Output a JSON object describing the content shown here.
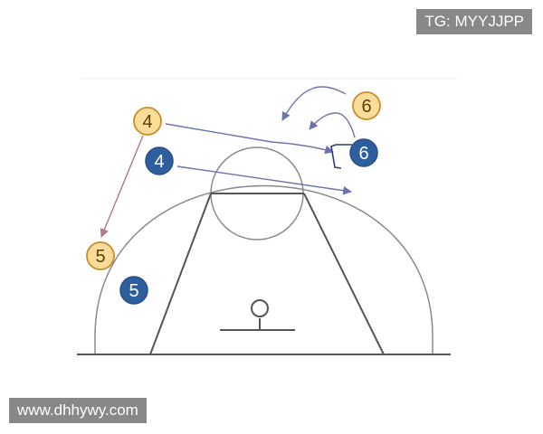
{
  "diagram": {
    "offense_players": [
      {
        "number": "4",
        "color": "#fbdc98"
      },
      {
        "number": "5",
        "color": "#fbdc98"
      },
      {
        "number": "6",
        "color": "#fbdc98"
      }
    ],
    "defense_players": [
      {
        "number": "4",
        "color": "#2d5e9e"
      },
      {
        "number": "5",
        "color": "#2d5e9e"
      },
      {
        "number": "6",
        "color": "#2d5e9e"
      }
    ],
    "colors": {
      "court_lines": "#8a8a8a",
      "pass_arrow": "#b07a86",
      "cut_arrows": "#6e73ad"
    }
  },
  "watermarks": {
    "top_right": "TG: MYYJJPP",
    "bottom_left": "www.dhhywy.com"
  }
}
